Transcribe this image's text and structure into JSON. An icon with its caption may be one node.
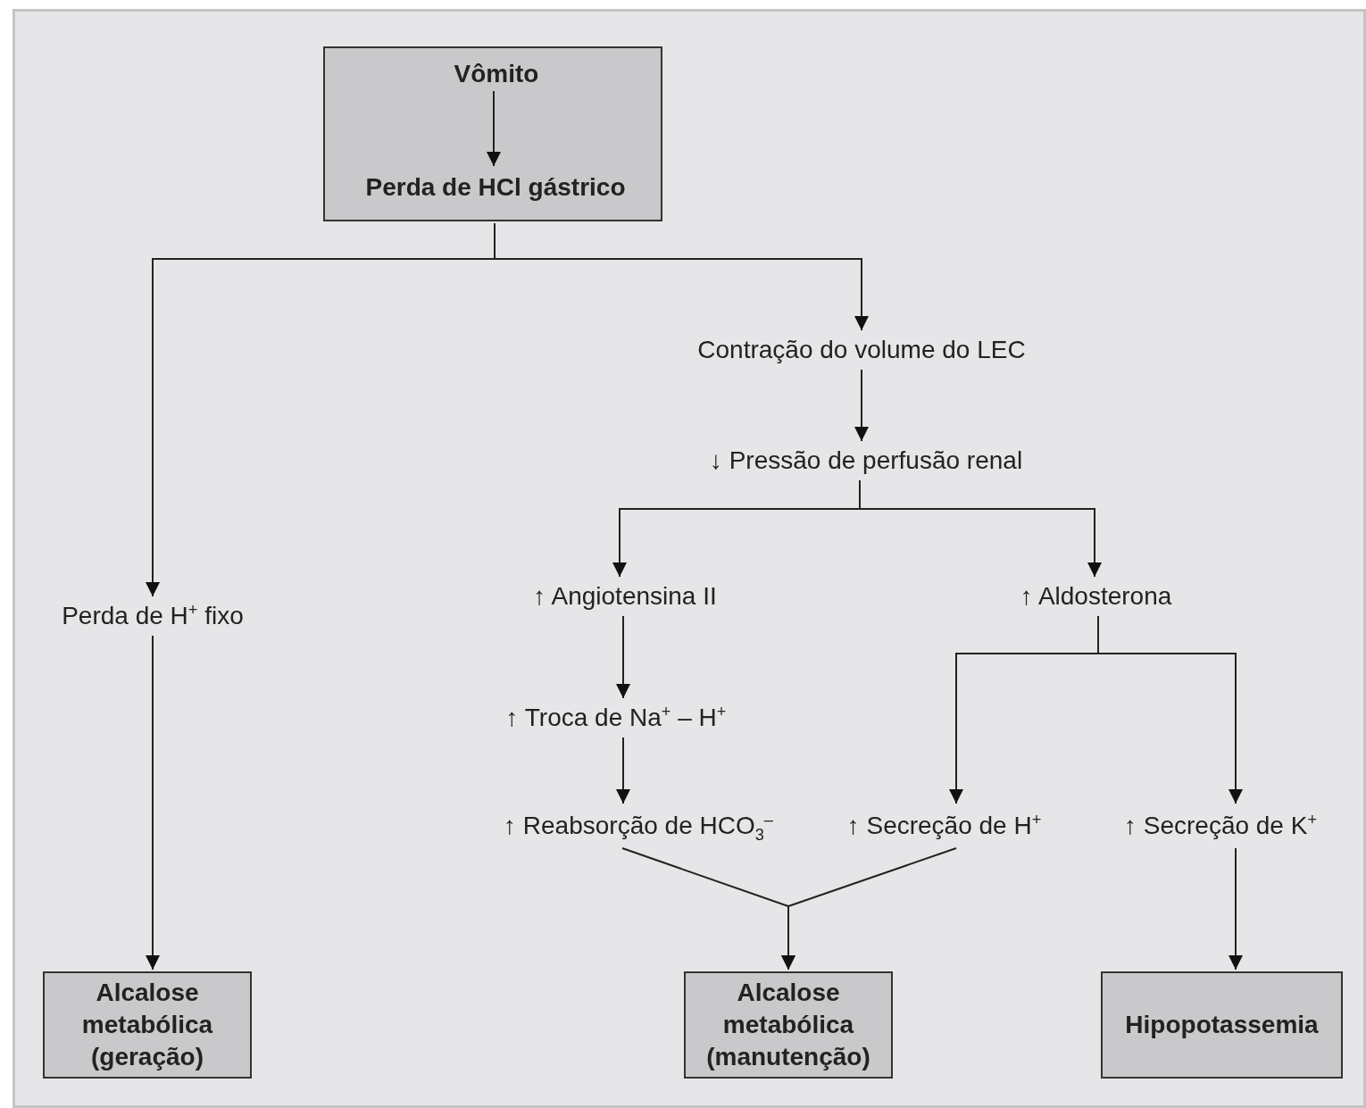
{
  "diagram": {
    "nodes": [
      {
        "text": [],
        "shape": "box"
      },
      {
        "text": [
          "Vômito"
        ],
        "in": 0
      },
      {
        "text": [
          "Perda de HCl gástrico"
        ],
        "in": 0
      },
      {
        "text": [
          "Contração do volume do LEC"
        ]
      },
      {
        "text": [
          "↓ Pressão de perfusão renal"
        ]
      },
      {
        "text": [
          "Perda de H$^{+}$ fixo"
        ]
      },
      {
        "text": [
          "↑ Angiotensina II"
        ]
      },
      {
        "text": [
          "↑ Aldosterona"
        ]
      },
      {
        "text": [
          "↑ Troca de Na$^{+}$ – H$^{+}$"
        ]
      },
      {
        "text": [
          "↑ Reabsorção de HCO$_{3}$$^{–}$"
        ]
      },
      {
        "text": [
          "↑ Secreção de H$^{+}$"
        ]
      },
      {
        "text": [
          "↑ Secreção de K$^{+}$"
        ]
      },
      {
        "text": [
          "Alcalose metabólica (geração)"
        ]
      },
      {
        "text": [
          "Alcalose metabólica (manutenção)"
        ]
      },
      {
        "text": [
          "Hipopotassemia"
        ]
      }
    ],
    "edges": [
      {
        "from": 1,
        "to": 2,
        "arrow": "to"
      },
      {
        "from": 0,
        "to": 5,
        "arrow": "to"
      },
      {
        "from": 0,
        "to": 3,
        "arrow": "to"
      },
      {
        "from": 3,
        "to": 4,
        "arrow": "to"
      },
      {
        "from": 4,
        "to": 6,
        "arrow": "to"
      },
      {
        "from": 4,
        "to": 7,
        "arrow": "to"
      },
      {
        "from": 6,
        "to": 8,
        "arrow": "to"
      },
      {
        "from": 8,
        "to": 9,
        "arrow": "to"
      },
      {
        "from": 7,
        "to": 10,
        "arrow": "to"
      },
      {
        "from": 7,
        "to": 11,
        "arrow": "to"
      },
      {
        "from": 9,
        "to": 13,
        "arrow": "to"
      },
      {
        "from": 10,
        "to": 13,
        "arrow": "to"
      },
      {
        "from": 5,
        "to": 12,
        "arrow": "to"
      },
      {
        "from": 11,
        "to": 14,
        "arrow": "to"
      }
    ]
  }
}
